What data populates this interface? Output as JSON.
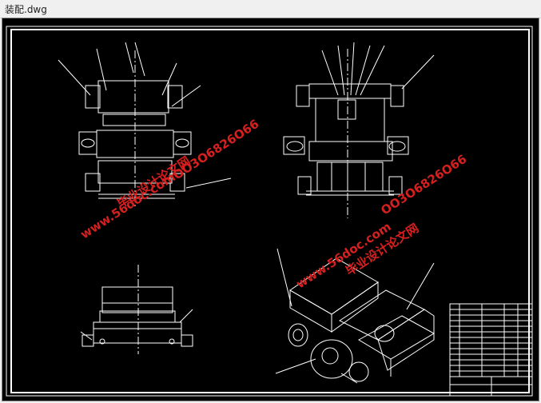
{
  "window": {
    "title": "装配.dwg"
  },
  "watermarks": [
    {
      "text": "毕业设计论文网",
      "color": "#d62020"
    },
    {
      "text": "OO3O6826O66",
      "color": "#d62020"
    },
    {
      "text": "www.56doc.com",
      "color": "#d62020"
    },
    {
      "text": "OO3O6826O66",
      "color": "#d62020"
    },
    {
      "text": "毕业设计论文网",
      "color": "#d62020"
    },
    {
      "text": "www.56doc.com",
      "color": "#d62020"
    }
  ],
  "colors": {
    "background": "#000000",
    "lines": "#ffffff",
    "watermark": "#d62020"
  }
}
